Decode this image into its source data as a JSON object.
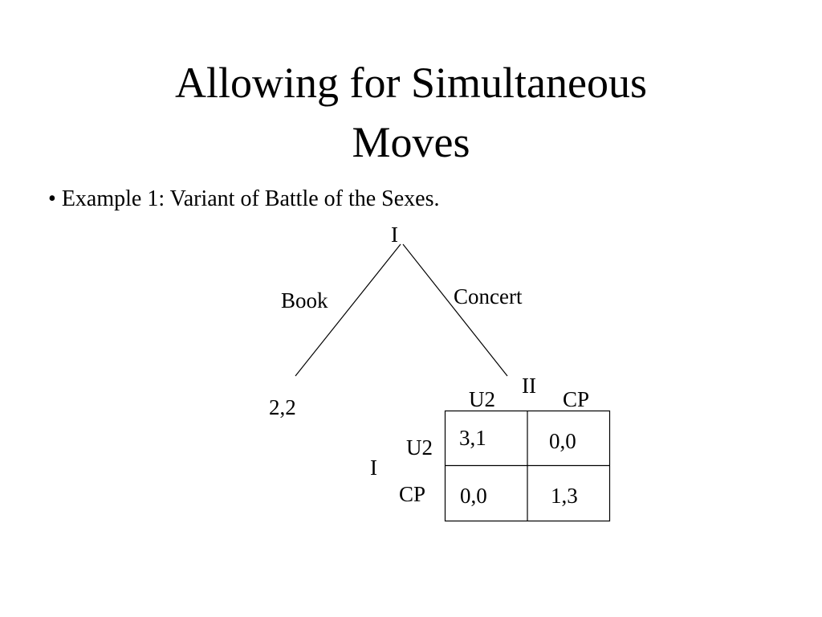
{
  "title": {
    "line1": "Allowing for Simultaneous",
    "line2": "Moves"
  },
  "bullet": {
    "marker": "•",
    "text": "Example 1: Variant of Battle of the Sexes."
  },
  "tree": {
    "root_player": "I",
    "left_branch": "Book",
    "right_branch": "Concert",
    "left_payoff": "2,2",
    "subgame_player": "II"
  },
  "matrix": {
    "col_strategies": [
      "U2",
      "CP"
    ],
    "row_player": "I",
    "row_strategies": [
      "U2",
      "CP"
    ],
    "payoffs": [
      [
        "3,1",
        "0,0"
      ],
      [
        "0,0",
        "1,3"
      ]
    ]
  }
}
